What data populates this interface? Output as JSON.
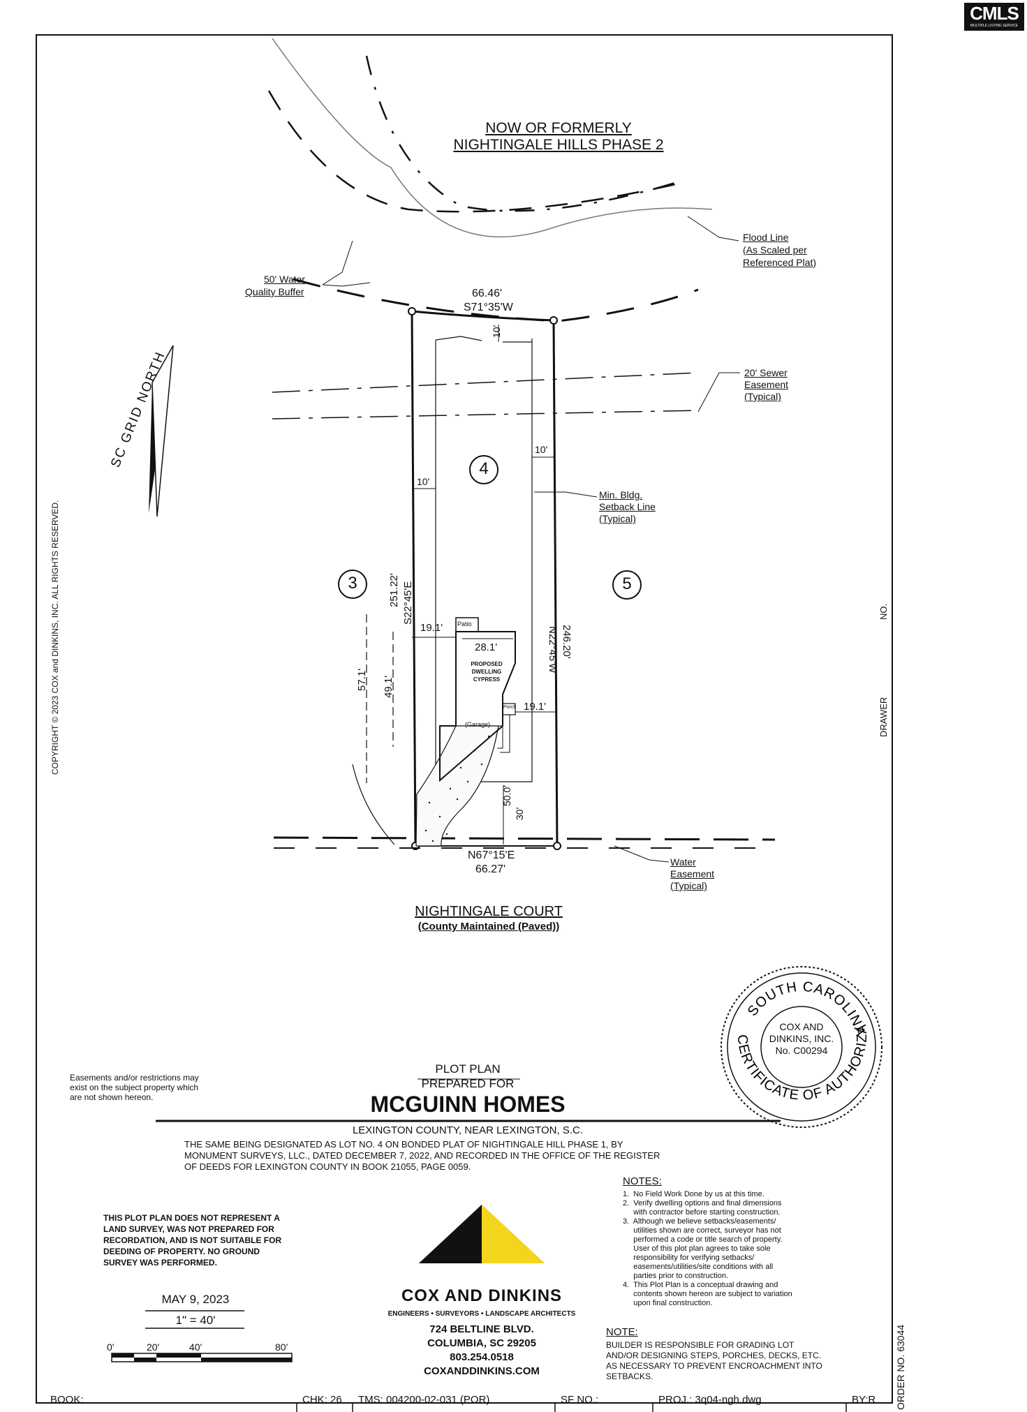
{
  "logo": {
    "text": "CMLS",
    "sub": "MULTIPLE LISTING SERVICE"
  },
  "copyright": "COPYRIGHT © 2023 COX and DINKINS, INC. ALL RIGHTS RESERVED.",
  "drawer_label": "DRAWER",
  "drawer_no_label": "NO.",
  "order_label": "ORDER NO. 63044",
  "plan": {
    "north_label": "SC GRID NORTH",
    "adjacent_owner": [
      "NOW OR FORMERLY",
      "NIGHTINGALE HILLS PHASE 2"
    ],
    "flood_line": [
      "Flood Line",
      "(As Scaled per",
      "Referenced Plat)"
    ],
    "water_buffer": [
      "50' Water",
      "Quality Buffer"
    ],
    "sewer_easement": [
      "20' Sewer",
      "Easement",
      "(Typical)"
    ],
    "setback_line": [
      "Min. Bldg.",
      "Setback Line",
      "(Typical)"
    ],
    "water_easement": [
      "Water",
      "Easement",
      "(Typical)"
    ],
    "rear_distance": "66.46'",
    "rear_bearing": "S71°35'W",
    "front_bearing": "N67°15'E",
    "front_distance": "66.27'",
    "left_distance": "251.22'",
    "left_bearing": "S22°45'E",
    "right_bearing": "N22°45'W",
    "right_distance": "246.20'",
    "rear_setback": "10'",
    "right_setback": "10'",
    "left_setback": "10'",
    "lot_number": "4",
    "lot_left": "3",
    "lot_right": "5",
    "dim_left_side": "19.1'",
    "dim_width": "28.1'",
    "dim_right_side": "19.1'",
    "dim_depth_total": "57.1'",
    "dim_depth_house": "49.1'",
    "dim_front_total": "50.0'",
    "dim_front_setback": "30'",
    "patio_label": "Patio",
    "porch_label": "Porch",
    "dwelling_label": [
      "PROPOSED",
      "DWELLING",
      "CYPRESS"
    ],
    "garage_label": "(Garage)",
    "street_name": "NIGHTINGALE COURT",
    "street_note": "(County Maintained (Paved))"
  },
  "seal": {
    "ring_top": "SOUTH CAROLINA",
    "ring_bottom": "CERTIFICATE OF AUTHORIZATION",
    "center": [
      "COX AND",
      "DINKINS, INC.",
      "No. C00294"
    ]
  },
  "title_block": {
    "easement_note": [
      "Easements and/or restrictions may",
      "exist on the subject property which",
      "are not shown hereon."
    ],
    "plot_plan": "PLOT PLAN",
    "prepared_for": "PREPARED FOR",
    "client": "MCGUINN HOMES",
    "location": "LEXINGTON COUNTY, NEAR LEXINGTON, S.C.",
    "legal": [
      "THE SAME BEING DESIGNATED AS LOT NO. 4 ON BONDED PLAT OF NIGHTINGALE HILL PHASE 1, BY",
      "MONUMENT SURVEYS, LLC., DATED DECEMBER 7, 2022, AND RECORDED IN THE OFFICE OF THE REGISTER",
      "OF DEEDS FOR LEXINGTON COUNTY IN BOOK 21055, PAGE 0059."
    ],
    "disclaimer": [
      "THIS PLOT PLAN DOES NOT REPRESENT A",
      "LAND SURVEY, WAS NOT PREPARED FOR",
      "RECORDATION, AND IS NOT SUITABLE FOR",
      "DEEDING OF PROPERTY. NO GROUND",
      "SURVEY WAS PERFORMED."
    ],
    "date": "MAY 9, 2023",
    "scale": "1\" = 40'",
    "scale_ticks": [
      "0'",
      "20'",
      "40'",
      "80'"
    ],
    "notes_title": "NOTES:",
    "notes": [
      "1.  No Field Work Done by us at this time.",
      "2.  Verify dwelling options and final dimensions",
      "     with contractor before starting construction.",
      "3.  Although we believe setbacks/easements/",
      "     utilities shown are correct, surveyor has not",
      "     performed a code or title search of property.",
      "     User of this plot plan agrees to take sole",
      "     responsibility for verifying setbacks/",
      "     easements/utilities/site conditions with all",
      "     parties prior to construction.",
      "4.  This Plot Plan is a conceptual drawing and",
      "     contents shown hereon are subject to variation",
      "     upon final construction."
    ],
    "note2_title": "NOTE:",
    "note2": [
      "BUILDER IS RESPONSIBLE FOR GRADING LOT",
      "AND/OR DESIGNING STEPS, PORCHES, DECKS, ETC.",
      "AS NECESSARY TO PREVENT ENCROACHMENT INTO",
      "SETBACKS."
    ],
    "company": "COX AND DINKINS",
    "company_sub": "ENGINEERS • SURVEYORS • LANDSCAPE ARCHITECTS",
    "address": [
      "724 BELTLINE BLVD.",
      "COLUMBIA, SC 29205",
      "803.254.0518",
      "COXANDDINKINS.COM"
    ]
  },
  "footer": {
    "book": "BOOK:",
    "chk": "CHK: 26",
    "tms": "TMS: 004200-02-031 (POR)",
    "sf": "SF NO.:",
    "proj": "PROJ.: 3q04-ngh.dwg",
    "by": "BY:R"
  },
  "colors": {
    "ink": "#111111",
    "logo_yellow": "#f2d51c",
    "logo_black": "#111111"
  }
}
